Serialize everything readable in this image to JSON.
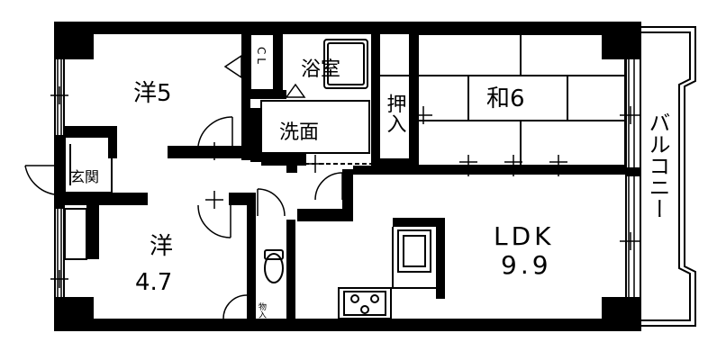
{
  "rooms": {
    "western_room_1": "洋5",
    "western_room_2_name": "洋",
    "western_room_2_size": "4.7",
    "bath": "浴室",
    "washroom": "洗面",
    "closet": "押入",
    "japanese_room": "和6",
    "ldk_name": "LDK",
    "ldk_size": "9.9",
    "entrance": "玄関",
    "balcony": "バルコニー",
    "closet_cl": "C L",
    "storage": "物入"
  },
  "colors": {
    "wall": "#000000",
    "background": "#ffffff",
    "line": "#000000"
  }
}
